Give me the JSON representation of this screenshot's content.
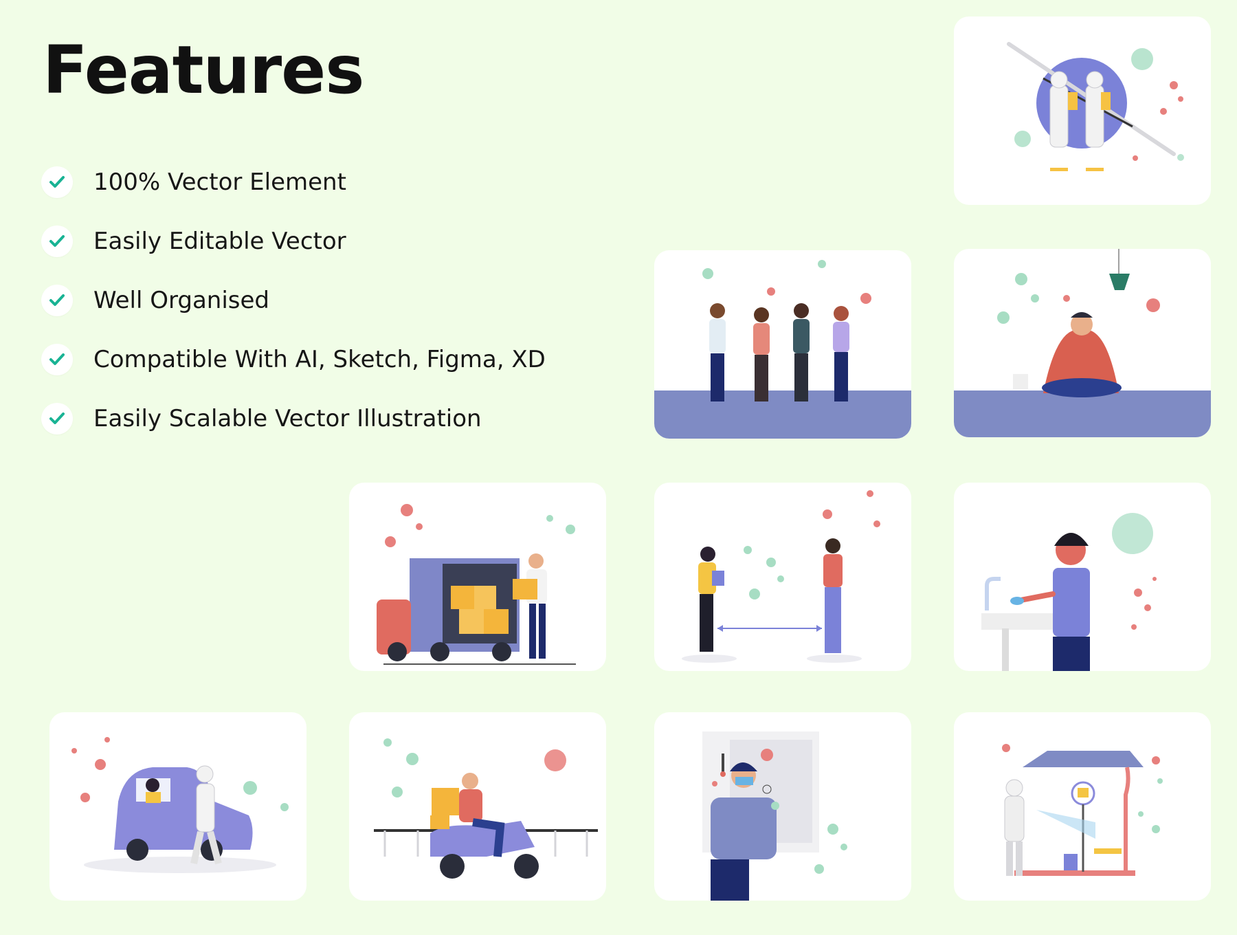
{
  "page": {
    "title": "Features"
  },
  "features": [
    {
      "label": "100% Vector Element",
      "icon": "check-icon"
    },
    {
      "label": "Easily Editable Vector",
      "icon": "check-icon"
    },
    {
      "label": "Well Organised",
      "icon": "check-icon"
    },
    {
      "label": "Compatible With AI, Sketch, Figma, XD",
      "icon": "check-icon"
    },
    {
      "label": "Easily Scalable Vector Illustration",
      "icon": "check-icon"
    }
  ],
  "colors": {
    "background": "#f1fde7",
    "check": "#19b394",
    "card": "#ffffff",
    "ground": "#7f8bc4",
    "virus_red": "#e7807d",
    "virus_green": "#a7ddc3",
    "accent_purple": "#7b82d8"
  },
  "illustrations": [
    {
      "id": "disinfection-workers"
    },
    {
      "id": "masked-group"
    },
    {
      "id": "sick-person-blanket"
    },
    {
      "id": "delivery-truck"
    },
    {
      "id": "social-distancing"
    },
    {
      "id": "hand-washing"
    },
    {
      "id": "car-temperature-check"
    },
    {
      "id": "scooter-delivery"
    },
    {
      "id": "coughing-person"
    },
    {
      "id": "bus-stop-sanitizing"
    }
  ]
}
